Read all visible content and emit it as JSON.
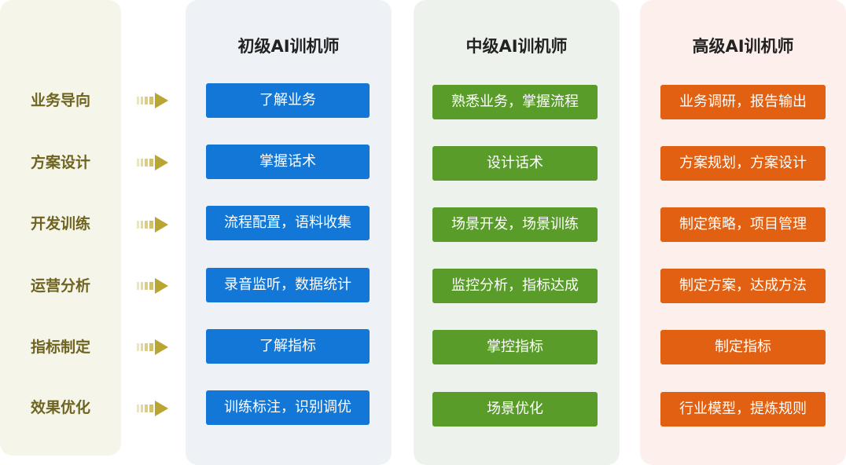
{
  "rows": [
    {
      "label": "业务导向",
      "junior": "了解业务",
      "mid": "熟悉业务，掌握流程",
      "senior": "业务调研，报告输出"
    },
    {
      "label": "方案设计",
      "junior": "掌握话术",
      "mid": "设计话术",
      "senior": "方案规划，方案设计"
    },
    {
      "label": "开发训练",
      "junior": "流程配置，语料收集",
      "mid": "场景开发，场景训练",
      "senior": "制定策略，项目管理"
    },
    {
      "label": "运营分析",
      "junior": "录音监听，数据统计",
      "mid": "监控分析，指标达成",
      "senior": "制定方案，达成方法"
    },
    {
      "label": "指标制定",
      "junior": "了解指标",
      "mid": "掌控指标",
      "senior": "制定指标"
    },
    {
      "label": "效果优化",
      "junior": "训练标注，识别调优",
      "mid": "场景优化",
      "senior": "行业模型，提炼规则"
    }
  ],
  "columns": {
    "junior": {
      "title": "初级AI训机师"
    },
    "mid": {
      "title": "中级AI训机师"
    },
    "senior": {
      "title": "高级AI训机师"
    }
  },
  "colors": {
    "junior": "#1277d6",
    "mid": "#5a9c2a",
    "senior": "#e16012",
    "label": "#6e6420",
    "arrow": "#c5b24a"
  }
}
